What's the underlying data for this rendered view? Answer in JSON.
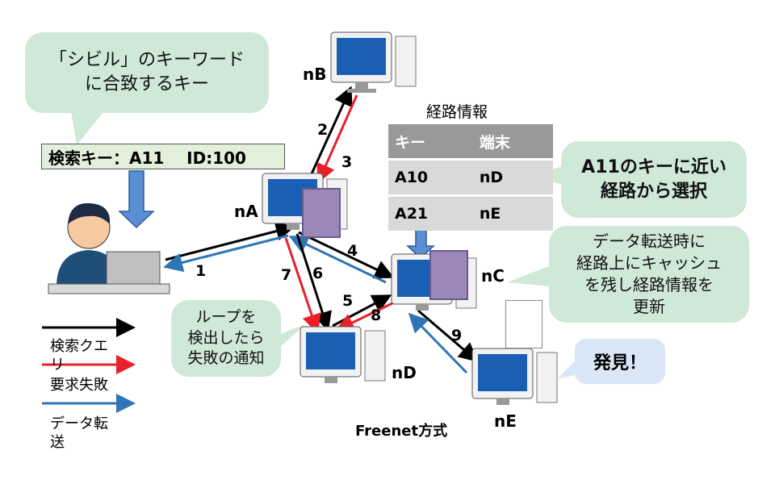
{
  "bubble_top_left": "「シビル」のキーワード\nに合致するキー",
  "search_query": "検索キー：A11    ID:100",
  "node_names": {
    "nA": "nA",
    "nB": "nB",
    "nC": "nC",
    "nD": "nD",
    "nE": "nE"
  },
  "steps": [
    "1",
    "2",
    "3",
    "4",
    "5",
    "6",
    "7",
    "8",
    "9"
  ],
  "route_table": {
    "title": "経路情報",
    "headers": [
      "キー",
      "端末"
    ],
    "rows": [
      [
        "A10",
        "nD"
      ],
      [
        "A21",
        "nE"
      ]
    ]
  },
  "bubble_select": "A11のキーに近い\n経路から選択",
  "bubble_cache": "データ転送時に\n経路上にキャッシュ\nを残し経路情報を\n更新",
  "bubble_loop": "ループを\n検出したら\n失敗の通知",
  "bubble_found": "発見！",
  "legend": {
    "query": "検索クエ\nリ",
    "fail": "要求失敗",
    "transfer": "データ転\n送"
  },
  "caption": "Freenet方式",
  "colors": {
    "query": "#000000",
    "fail": "#e8202a",
    "transfer": "#2e75b6",
    "bubble": "#cfe8d8",
    "monitor": "#1a5fb4"
  }
}
